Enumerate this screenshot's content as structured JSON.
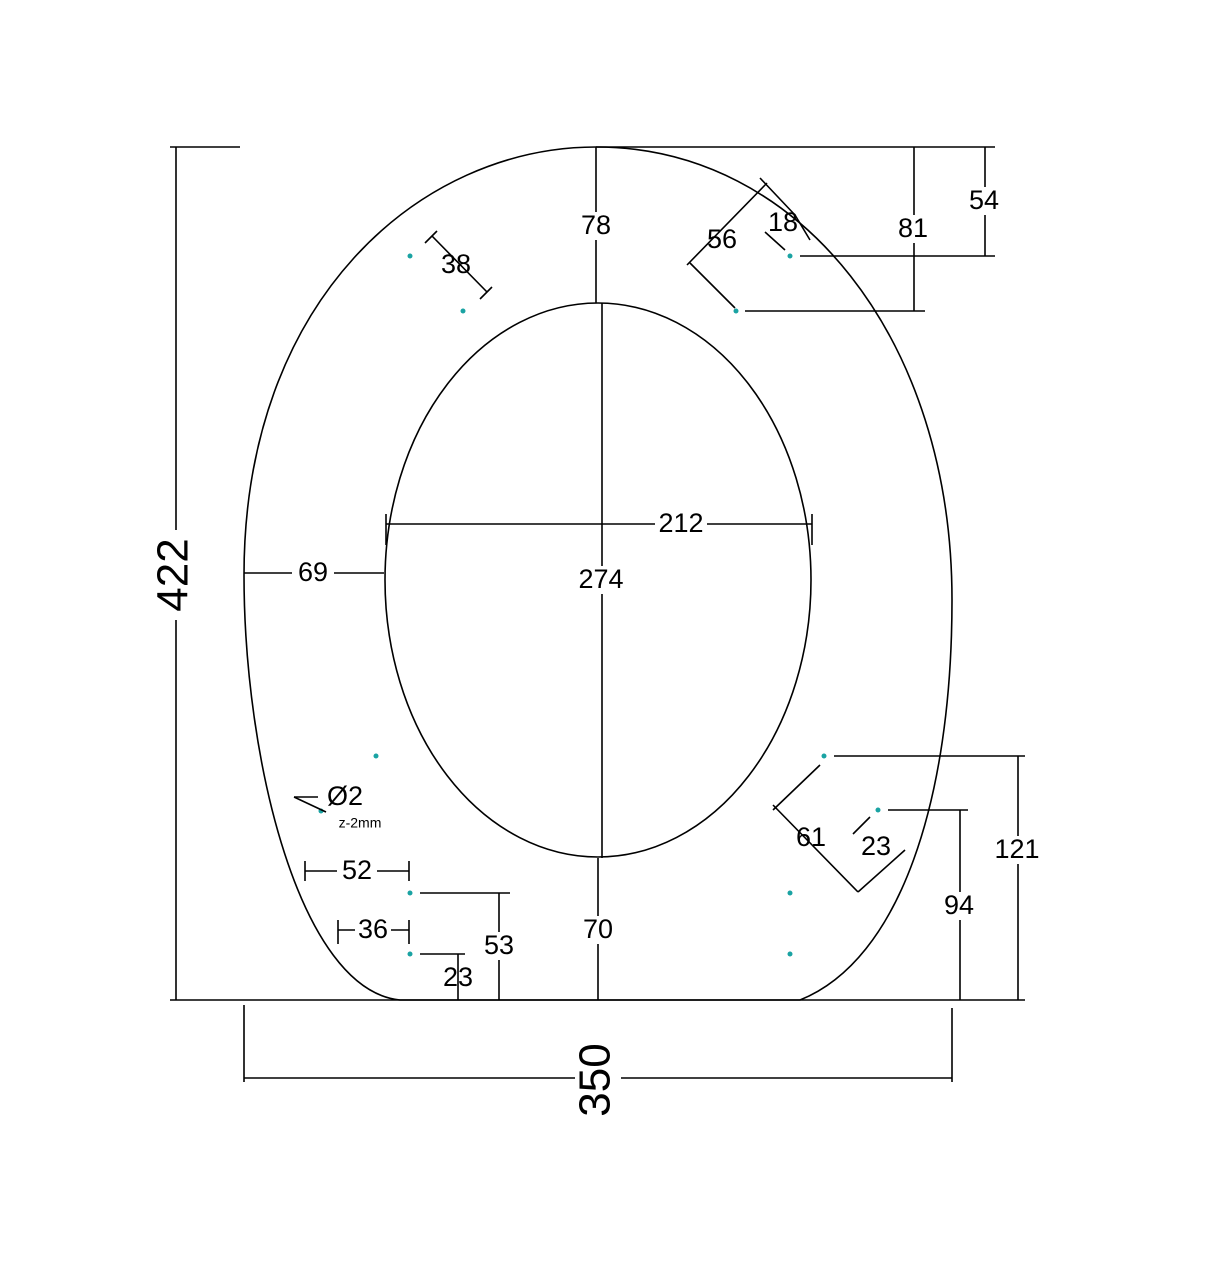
{
  "colors": {
    "line": "#000000",
    "hole_marker": "#1aa3a3",
    "background": "#ffffff"
  },
  "dimensions": {
    "overall_length": "422",
    "overall_width": "350",
    "front_rim_depth": "78",
    "opening_length": "274",
    "opening_width": "212",
    "side_rim_width": "69",
    "rear_rim_depth": "70",
    "top_right_54": "54",
    "top_right_81": "81",
    "top_right_56": "56",
    "top_right_18": "18",
    "top_left_38": "38",
    "bottom_right_121": "121",
    "bottom_right_94": "94",
    "bottom_right_61": "61",
    "bottom_right_23": "23",
    "bottom_left_53": "53",
    "bottom_left_23": "23",
    "bottom_left_52": "52",
    "bottom_left_36": "36"
  },
  "hole_note": {
    "diameter": "Ø2",
    "depth": "z-2mm"
  }
}
